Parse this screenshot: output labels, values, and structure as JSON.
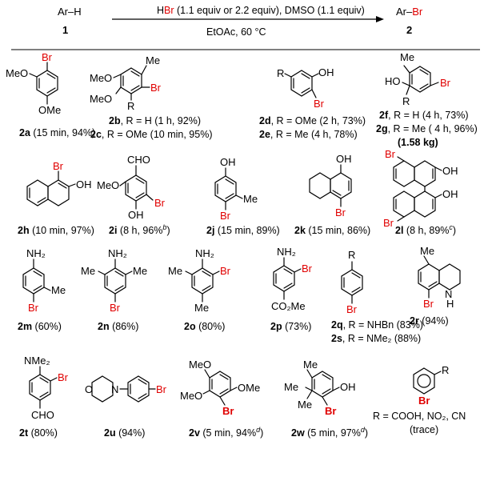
{
  "header": {
    "reactant": "Ar–H",
    "reactant_num": "1",
    "reagent_h": "H",
    "reagent_br": "Br",
    "reagent_rest": " (1.1 equiv or 2.2 equiv), DMSO (1.1 equiv)",
    "conditions": "EtOAc, 60 °C",
    "product_ar": "Ar–",
    "product_br": "Br",
    "product_num": "2"
  },
  "atoms": {
    "Br": "Br",
    "OH": "OH",
    "HO": "HO",
    "MeO": "MeO",
    "OMe": "OMe",
    "Me": "Me",
    "R": "R",
    "NH2": "NH₂",
    "NMe2": "NMe₂",
    "CHO": "CHO",
    "CO2Me": "CO₂Me",
    "N": "N",
    "O": "O",
    "NH": "NH",
    "H": "H"
  },
  "entries": [
    {
      "id": "2a",
      "cond": " (15 min, 94%)"
    },
    {
      "id": "2b",
      "cond": ", R = H (1 h, 92%)"
    },
    {
      "id": "2c",
      "cond": ", R = OMe (10 min, 95%)"
    },
    {
      "id": "2d",
      "cond": ", R = OMe (2 h, 73%)"
    },
    {
      "id": "2e",
      "cond": ", R = Me (4 h, 78%)"
    },
    {
      "id": "2f",
      "cond": ", R = H (4 h, 73%)"
    },
    {
      "id": "2g",
      "cond": ", R = Me ( 4 h, 96%)"
    },
    {
      "id": "2g-scale",
      "cond": "(1.58 kg)"
    },
    {
      "id": "2h",
      "cond": " (10 min, 97%)"
    },
    {
      "id": "2i",
      "cond": " (8 h, 96%",
      "sup": "b",
      "close": ")"
    },
    {
      "id": "2j",
      "cond": " (15 min, 89%)"
    },
    {
      "id": "2k",
      "cond": " (15 min, 86%)"
    },
    {
      "id": "2l",
      "cond": " (8 h, 89%",
      "sup": "c",
      "close": ")"
    },
    {
      "id": "2m",
      "cond": " (60%)"
    },
    {
      "id": "2n",
      "cond": " (86%)"
    },
    {
      "id": "2o",
      "cond": " (80%)"
    },
    {
      "id": "2p",
      "cond": " (73%)"
    },
    {
      "id": "2q",
      "cond": ", R = NHBn (83%)"
    },
    {
      "id": "2s",
      "cond": ", R = NMe₂ (88%)"
    },
    {
      "id": "2r",
      "cond": " (94%)"
    },
    {
      "id": "2t",
      "cond": " (80%)"
    },
    {
      "id": "2u",
      "cond": " (94%)"
    },
    {
      "id": "2v",
      "cond": " (5 min, 94%",
      "sup": "d",
      "close": ")"
    },
    {
      "id": "2w",
      "cond": " (5 min, 97%",
      "sup": "d",
      "close": ")"
    }
  ],
  "trace": {
    "r_list": "R = COOH, NO₂, CN",
    "note": "(trace)"
  }
}
